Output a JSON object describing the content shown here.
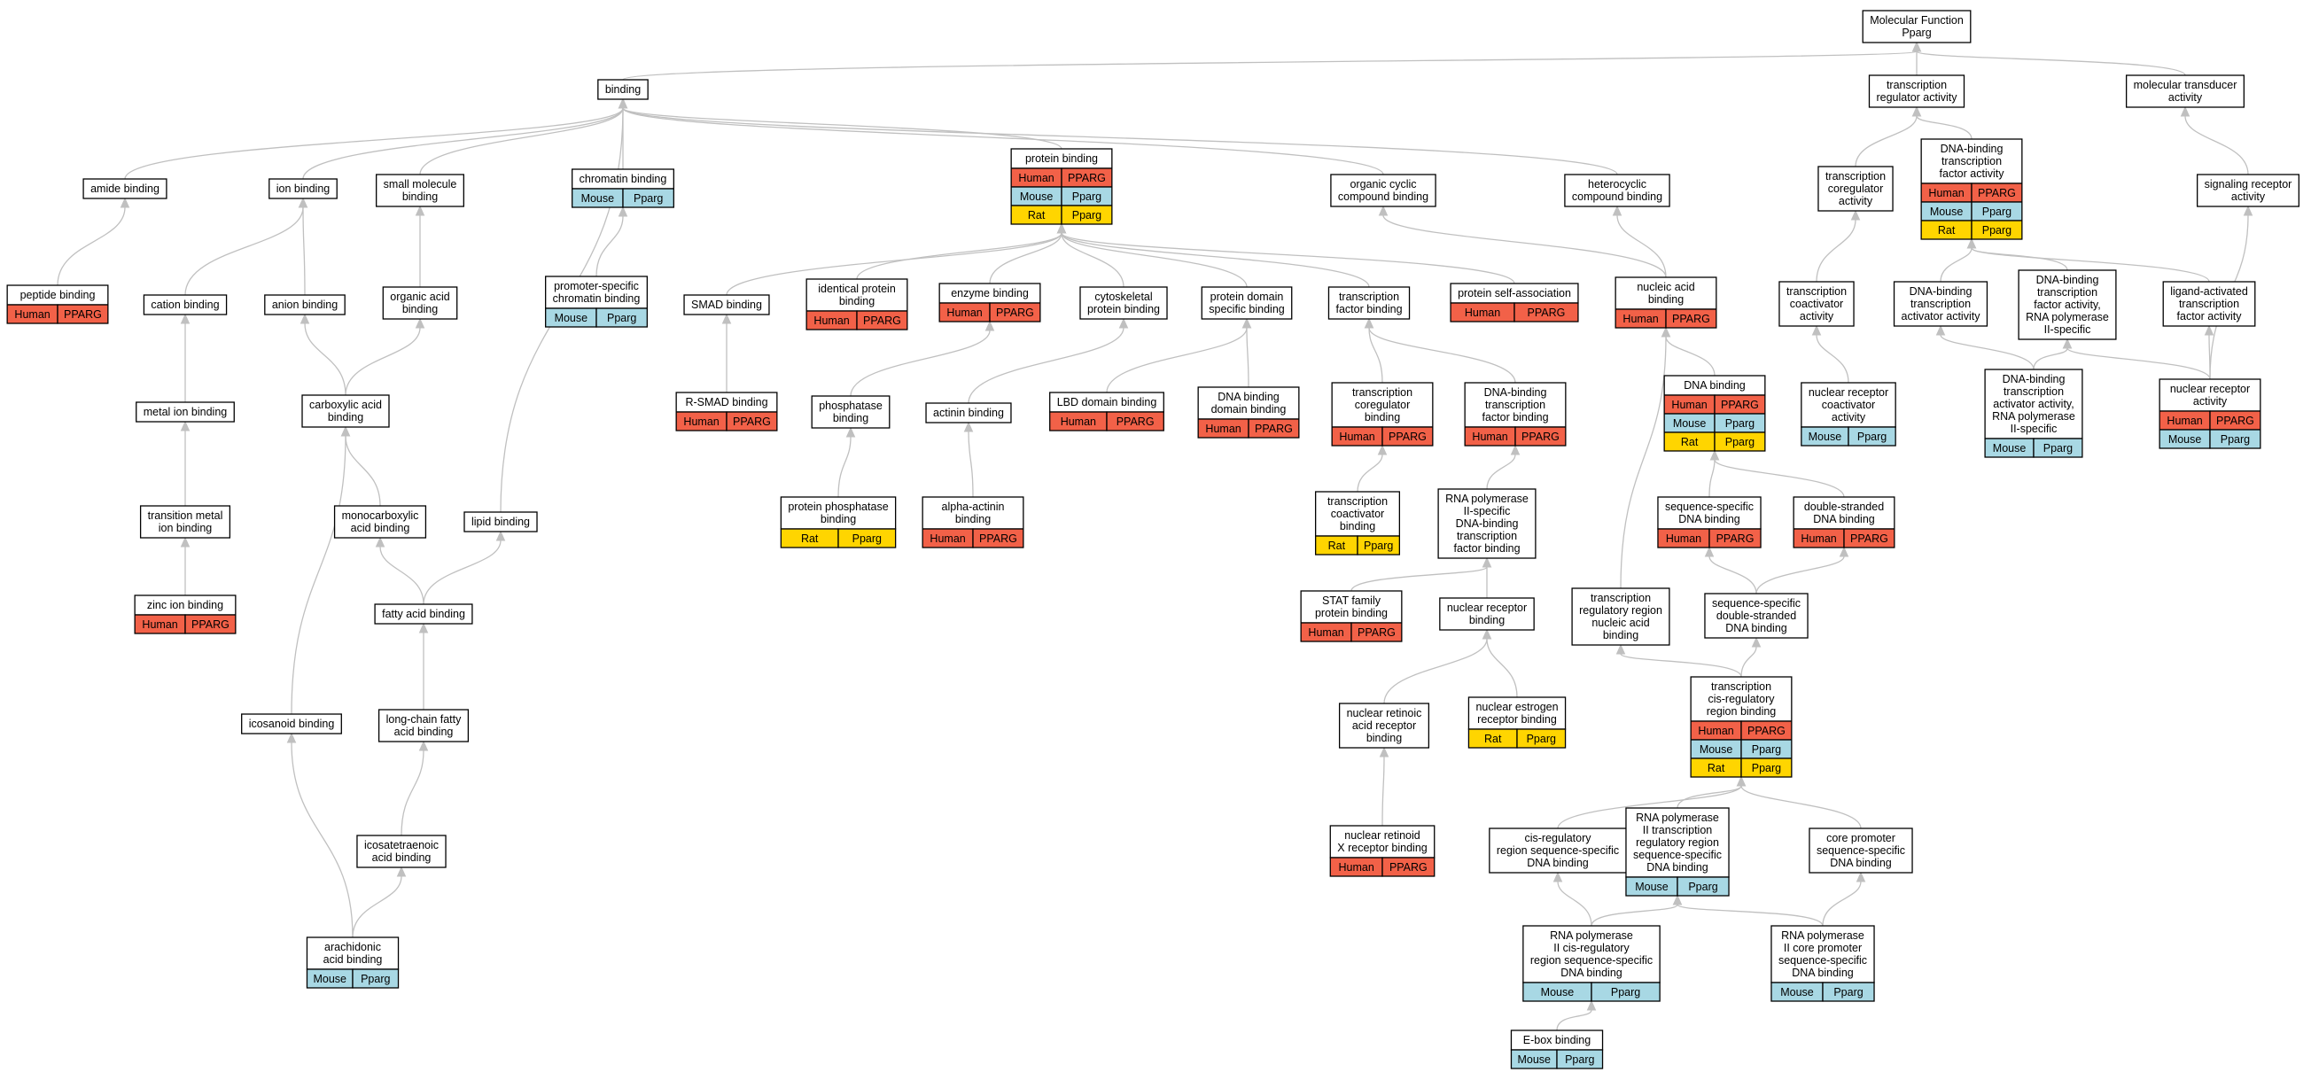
{
  "colors": {
    "Human": "#f26148",
    "Mouse": "#a8d8e4",
    "Rat": "#ffd500",
    "edge": "#c0c0c0"
  },
  "nodes": [
    {
      "id": "mf",
      "lines": [
        "Molecular Function",
        "Pparg"
      ],
      "cells": []
    },
    {
      "id": "binding",
      "lines": [
        "binding"
      ],
      "cells": []
    },
    {
      "id": "tra",
      "lines": [
        "transcription",
        "regulator activity"
      ],
      "cells": []
    },
    {
      "id": "mta",
      "lines": [
        "molecular transducer",
        "activity"
      ],
      "cells": []
    },
    {
      "id": "amide",
      "lines": [
        "amide binding"
      ],
      "cells": []
    },
    {
      "id": "ion",
      "lines": [
        "ion binding"
      ],
      "cells": []
    },
    {
      "id": "smb",
      "lines": [
        "small molecule",
        "binding"
      ],
      "cells": []
    },
    {
      "id": "chromatin",
      "lines": [
        "chromatin binding"
      ],
      "cells": [
        [
          "Mouse",
          "Pparg"
        ]
      ]
    },
    {
      "id": "protein",
      "lines": [
        "protein binding"
      ],
      "cells": [
        [
          "Human",
          "PPARG"
        ],
        [
          "Mouse",
          "Pparg"
        ],
        [
          "Rat",
          "Pparg"
        ]
      ]
    },
    {
      "id": "occb",
      "lines": [
        "organic cyclic",
        "compound binding"
      ],
      "cells": []
    },
    {
      "id": "hcb",
      "lines": [
        "heterocyclic",
        "compound binding"
      ],
      "cells": []
    },
    {
      "id": "tcoreg",
      "lines": [
        "transcription",
        "coregulator",
        "activity"
      ],
      "cells": []
    },
    {
      "id": "dbtfa",
      "lines": [
        "DNA-binding",
        "transcription",
        "factor activity"
      ],
      "cells": [
        [
          "Human",
          "PPARG"
        ],
        [
          "Mouse",
          "Pparg"
        ],
        [
          "Rat",
          "Pparg"
        ]
      ]
    },
    {
      "id": "sra",
      "lines": [
        "signaling receptor",
        "activity"
      ],
      "cells": []
    },
    {
      "id": "peptide",
      "lines": [
        "peptide binding"
      ],
      "cells": [
        [
          "Human",
          "PPARG"
        ]
      ]
    },
    {
      "id": "cation",
      "lines": [
        "cation binding"
      ],
      "cells": []
    },
    {
      "id": "anion",
      "lines": [
        "anion binding"
      ],
      "cells": []
    },
    {
      "id": "oab",
      "lines": [
        "organic acid",
        "binding"
      ],
      "cells": []
    },
    {
      "id": "pscb",
      "lines": [
        "promoter-specific",
        "chromatin binding"
      ],
      "cells": [
        [
          "Mouse",
          "Pparg"
        ]
      ]
    },
    {
      "id": "smad",
      "lines": [
        "SMAD binding"
      ],
      "cells": []
    },
    {
      "id": "ipb",
      "lines": [
        "identical protein",
        "binding"
      ],
      "cells": [
        [
          "Human",
          "PPARG"
        ]
      ]
    },
    {
      "id": "enzyme",
      "lines": [
        "enzyme binding"
      ],
      "cells": [
        [
          "Human",
          "PPARG"
        ]
      ]
    },
    {
      "id": "cytoskel",
      "lines": [
        "cytoskeletal",
        "protein binding"
      ],
      "cells": []
    },
    {
      "id": "pdsb",
      "lines": [
        "protein domain",
        "specific binding"
      ],
      "cells": []
    },
    {
      "id": "tfb",
      "lines": [
        "transcription",
        "factor binding"
      ],
      "cells": []
    },
    {
      "id": "psa",
      "lines": [
        "protein self-association"
      ],
      "cells": [
        [
          "Human",
          "PPARG"
        ]
      ]
    },
    {
      "id": "nab",
      "lines": [
        "nucleic acid",
        "binding"
      ],
      "cells": [
        [
          "Human",
          "PPARG"
        ]
      ]
    },
    {
      "id": "tcoact",
      "lines": [
        "transcription",
        "coactivator",
        "activity"
      ],
      "cells": []
    },
    {
      "id": "dbtaa",
      "lines": [
        "DNA-binding",
        "transcription",
        "activator activity"
      ],
      "cells": []
    },
    {
      "id": "dbtfrna",
      "lines": [
        "DNA-binding",
        "transcription",
        "factor activity,",
        "RNA polymerase",
        "II-specific"
      ],
      "cells": []
    },
    {
      "id": "latfa",
      "lines": [
        "ligand-activated",
        "transcription",
        "factor activity"
      ],
      "cells": []
    },
    {
      "id": "metalion",
      "lines": [
        "metal ion binding"
      ],
      "cells": []
    },
    {
      "id": "carbox",
      "lines": [
        "carboxylic acid",
        "binding"
      ],
      "cells": []
    },
    {
      "id": "rsmad",
      "lines": [
        "R-SMAD binding"
      ],
      "cells": [
        [
          "Human",
          "PPARG"
        ]
      ]
    },
    {
      "id": "phosph",
      "lines": [
        "phosphatase",
        "binding"
      ],
      "cells": []
    },
    {
      "id": "actinin",
      "lines": [
        "actinin binding"
      ],
      "cells": []
    },
    {
      "id": "lbd",
      "lines": [
        "LBD domain binding"
      ],
      "cells": [
        [
          "Human",
          "PPARG"
        ]
      ]
    },
    {
      "id": "dbdb",
      "lines": [
        "DNA binding",
        "domain binding"
      ],
      "cells": [
        [
          "Human",
          "PPARG"
        ]
      ]
    },
    {
      "id": "tcoregb",
      "lines": [
        "transcription",
        "coregulator",
        "binding"
      ],
      "cells": [
        [
          "Human",
          "PPARG"
        ]
      ]
    },
    {
      "id": "dbtfb",
      "lines": [
        "DNA-binding",
        "transcription",
        "factor binding"
      ],
      "cells": [
        [
          "Human",
          "PPARG"
        ]
      ]
    },
    {
      "id": "dna",
      "lines": [
        "DNA binding"
      ],
      "cells": [
        [
          "Human",
          "PPARG"
        ],
        [
          "Mouse",
          "Pparg"
        ],
        [
          "Rat",
          "Pparg"
        ]
      ]
    },
    {
      "id": "nrca",
      "lines": [
        "nuclear receptor",
        "coactivator",
        "activity"
      ],
      "cells": [
        [
          "Mouse",
          "Pparg"
        ]
      ]
    },
    {
      "id": "dbtaarna",
      "lines": [
        "DNA-binding",
        "transcription",
        "activator activity,",
        "RNA polymerase",
        "II-specific"
      ],
      "cells": [
        [
          "Mouse",
          "Pparg"
        ]
      ]
    },
    {
      "id": "nra",
      "lines": [
        "nuclear receptor",
        "activity"
      ],
      "cells": [
        [
          "Human",
          "PPARG"
        ],
        [
          "Mouse",
          "Pparg"
        ]
      ]
    },
    {
      "id": "tmib",
      "lines": [
        "transition metal",
        "ion binding"
      ],
      "cells": []
    },
    {
      "id": "monocarb",
      "lines": [
        "monocarboxylic",
        "acid binding"
      ],
      "cells": []
    },
    {
      "id": "lipid",
      "lines": [
        "lipid binding"
      ],
      "cells": []
    },
    {
      "id": "ppb",
      "lines": [
        "protein phosphatase",
        "binding"
      ],
      "cells": [
        [
          "Rat",
          "Pparg"
        ]
      ]
    },
    {
      "id": "alphaact",
      "lines": [
        "alpha-actinin",
        "binding"
      ],
      "cells": [
        [
          "Human",
          "PPARG"
        ]
      ]
    },
    {
      "id": "tcoactb",
      "lines": [
        "transcription",
        "coactivator",
        "binding"
      ],
      "cells": [
        [
          "Rat",
          "Pparg"
        ]
      ]
    },
    {
      "id": "rnap2",
      "lines": [
        "RNA polymerase",
        "II-specific",
        "DNA-binding",
        "transcription",
        "factor binding"
      ],
      "cells": []
    },
    {
      "id": "ssdna",
      "lines": [
        "sequence-specific",
        "DNA binding"
      ],
      "cells": [
        [
          "Human",
          "PPARG"
        ]
      ]
    },
    {
      "id": "dsdna",
      "lines": [
        "double-stranded",
        "DNA binding"
      ],
      "cells": [
        [
          "Human",
          "PPARG"
        ]
      ]
    },
    {
      "id": "zinc",
      "lines": [
        "zinc ion binding"
      ],
      "cells": [
        [
          "Human",
          "PPARG"
        ]
      ]
    },
    {
      "id": "fatty",
      "lines": [
        "fatty acid binding"
      ],
      "cells": []
    },
    {
      "id": "stat",
      "lines": [
        "STAT family",
        "protein binding"
      ],
      "cells": [
        [
          "Human",
          "PPARG"
        ]
      ]
    },
    {
      "id": "nrb",
      "lines": [
        "nuclear receptor",
        "binding"
      ],
      "cells": []
    },
    {
      "id": "trrnab",
      "lines": [
        "transcription",
        "regulatory region",
        "nucleic acid",
        "binding"
      ],
      "cells": []
    },
    {
      "id": "ssdsdna",
      "lines": [
        "sequence-specific",
        "double-stranded",
        "DNA binding"
      ],
      "cells": []
    },
    {
      "id": "icosanoid",
      "lines": [
        "icosanoid binding"
      ],
      "cells": []
    },
    {
      "id": "lcfab",
      "lines": [
        "long-chain fatty",
        "acid binding"
      ],
      "cells": []
    },
    {
      "id": "nrarb",
      "lines": [
        "nuclear retinoic",
        "acid receptor",
        "binding"
      ],
      "cells": []
    },
    {
      "id": "nerb",
      "lines": [
        "nuclear estrogen",
        "receptor binding"
      ],
      "cells": [
        [
          "Rat",
          "Pparg"
        ]
      ]
    },
    {
      "id": "tcrrb",
      "lines": [
        "transcription",
        "cis-regulatory",
        "region binding"
      ],
      "cells": [
        [
          "Human",
          "PPARG"
        ],
        [
          "Mouse",
          "Pparg"
        ],
        [
          "Rat",
          "Pparg"
        ]
      ]
    },
    {
      "id": "icosatet",
      "lines": [
        "icosatetraenoic",
        "acid binding"
      ],
      "cells": []
    },
    {
      "id": "nrxrb",
      "lines": [
        "nuclear retinoid",
        "X receptor binding"
      ],
      "cells": [
        [
          "Human",
          "PPARG"
        ]
      ]
    },
    {
      "id": "crrssdna",
      "lines": [
        "cis-regulatory",
        "region sequence-specific",
        "DNA binding"
      ],
      "cells": []
    },
    {
      "id": "rnap2trr",
      "lines": [
        "RNA polymerase",
        "II transcription",
        "regulatory region",
        "sequence-specific",
        "DNA binding"
      ],
      "cells": [
        [
          "Mouse",
          "Pparg"
        ]
      ]
    },
    {
      "id": "cpssdna",
      "lines": [
        "core promoter",
        "sequence-specific",
        "DNA binding"
      ],
      "cells": []
    },
    {
      "id": "arach",
      "lines": [
        "arachidonic",
        "acid binding"
      ],
      "cells": [
        [
          "Mouse",
          "Pparg"
        ]
      ]
    },
    {
      "id": "rnap2crr",
      "lines": [
        "RNA polymerase",
        "II cis-regulatory",
        "region sequence-specific",
        "DNA binding"
      ],
      "cells": [
        [
          "Mouse",
          "Pparg"
        ]
      ]
    },
    {
      "id": "rnap2cp",
      "lines": [
        "RNA polymerase",
        "II core promoter",
        "sequence-specific",
        "DNA binding"
      ],
      "cells": [
        [
          "Mouse",
          "Pparg"
        ]
      ]
    },
    {
      "id": "ebox",
      "lines": [
        "E-box binding"
      ],
      "cells": [
        [
          "Mouse",
          "Pparg"
        ]
      ]
    }
  ],
  "edges": [
    [
      "binding",
      "mf"
    ],
    [
      "tra",
      "mf"
    ],
    [
      "mta",
      "mf"
    ],
    [
      "amide",
      "binding"
    ],
    [
      "ion",
      "binding"
    ],
    [
      "smb",
      "binding"
    ],
    [
      "chromatin",
      "binding"
    ],
    [
      "protein",
      "binding"
    ],
    [
      "occb",
      "binding"
    ],
    [
      "hcb",
      "binding"
    ],
    [
      "lipid",
      "binding"
    ],
    [
      "tcoreg",
      "tra"
    ],
    [
      "dbtfa",
      "tra"
    ],
    [
      "sra",
      "mta"
    ],
    [
      "peptide",
      "amide"
    ],
    [
      "cation",
      "ion"
    ],
    [
      "anion",
      "ion"
    ],
    [
      "oab",
      "smb"
    ],
    [
      "pscb",
      "chromatin"
    ],
    [
      "smad",
      "protein"
    ],
    [
      "ipb",
      "protein"
    ],
    [
      "enzyme",
      "protein"
    ],
    [
      "cytoskel",
      "protein"
    ],
    [
      "pdsb",
      "protein"
    ],
    [
      "tfb",
      "protein"
    ],
    [
      "psa",
      "protein"
    ],
    [
      "nab",
      "occb"
    ],
    [
      "nab",
      "hcb"
    ],
    [
      "tcoact",
      "tcoreg"
    ],
    [
      "dbtaa",
      "dbtfa"
    ],
    [
      "dbtfrna",
      "dbtfa"
    ],
    [
      "latfa",
      "dbtfa"
    ],
    [
      "metalion",
      "cation"
    ],
    [
      "carbox",
      "anion"
    ],
    [
      "carbox",
      "oab"
    ],
    [
      "rsmad",
      "smad"
    ],
    [
      "phosph",
      "enzyme"
    ],
    [
      "actinin",
      "cytoskel"
    ],
    [
      "lbd",
      "pdsb"
    ],
    [
      "dbdb",
      "pdsb"
    ],
    [
      "tcoregb",
      "tfb"
    ],
    [
      "dbtfb",
      "tfb"
    ],
    [
      "dna",
      "nab"
    ],
    [
      "nrca",
      "tcoact"
    ],
    [
      "dbtaarna",
      "dbtaa"
    ],
    [
      "dbtaarna",
      "dbtfrna"
    ],
    [
      "nra",
      "dbtfrna"
    ],
    [
      "nra",
      "latfa"
    ],
    [
      "nra",
      "sra"
    ],
    [
      "tmib",
      "metalion"
    ],
    [
      "monocarb",
      "carbox"
    ],
    [
      "ppb",
      "phosph"
    ],
    [
      "alphaact",
      "actinin"
    ],
    [
      "tcoactb",
      "tcoregb"
    ],
    [
      "rnap2",
      "dbtfb"
    ],
    [
      "ssdna",
      "dna"
    ],
    [
      "dsdna",
      "dna"
    ],
    [
      "zinc",
      "tmib"
    ],
    [
      "fatty",
      "monocarb"
    ],
    [
      "fatty",
      "lipid"
    ],
    [
      "stat",
      "rnap2"
    ],
    [
      "nrb",
      "rnap2"
    ],
    [
      "trrnab",
      "nab"
    ],
    [
      "ssdsdna",
      "ssdna"
    ],
    [
      "ssdsdna",
      "dsdna"
    ],
    [
      "icosanoid",
      "carbox"
    ],
    [
      "lcfab",
      "fatty"
    ],
    [
      "nrarb",
      "nrb"
    ],
    [
      "nerb",
      "nrb"
    ],
    [
      "tcrrb",
      "trrnab"
    ],
    [
      "tcrrb",
      "ssdsdna"
    ],
    [
      "icosatet",
      "lcfab"
    ],
    [
      "nrxrb",
      "nrarb"
    ],
    [
      "crrssdna",
      "tcrrb"
    ],
    [
      "rnap2trr",
      "tcrrb"
    ],
    [
      "cpssdna",
      "tcrrb"
    ],
    [
      "arach",
      "icosanoid"
    ],
    [
      "arach",
      "icosatet"
    ],
    [
      "rnap2crr",
      "crrssdna"
    ],
    [
      "rnap2crr",
      "rnap2trr"
    ],
    [
      "rnap2cp",
      "cpssdna"
    ],
    [
      "rnap2cp",
      "rnap2trr"
    ],
    [
      "ebox",
      "rnap2crr"
    ]
  ]
}
